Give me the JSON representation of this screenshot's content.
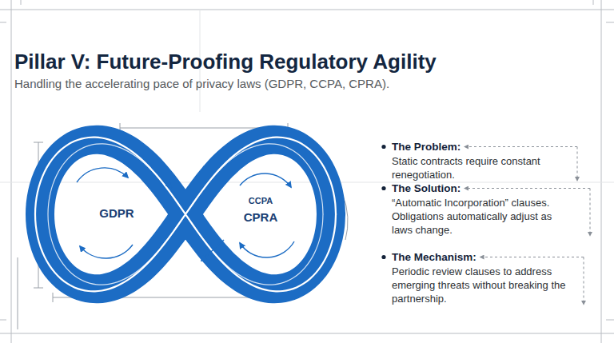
{
  "diagram": {
    "title": "Pillar V: Future-Proofing Regulatory Agility",
    "nodes": [
      {
        "text": [
          "GDPR"
        ]
      },
      {
        "text": [
          "CCPA",
          "CPRA"
        ]
      }
    ],
    "labels": [
      "Handling the accelerating pace of privacy laws (GDPR, CCPA, CPRA).",
      "The Problem:",
      "Static contracts require constant renegotiation.",
      "The Solution:",
      "“Automatic Incorporation” clauses. Obligations automatically adjust as laws change.",
      "The Mechanism:",
      "Periodic review clauses to address emerging threats without breaking the partnership."
    ]
  }
}
